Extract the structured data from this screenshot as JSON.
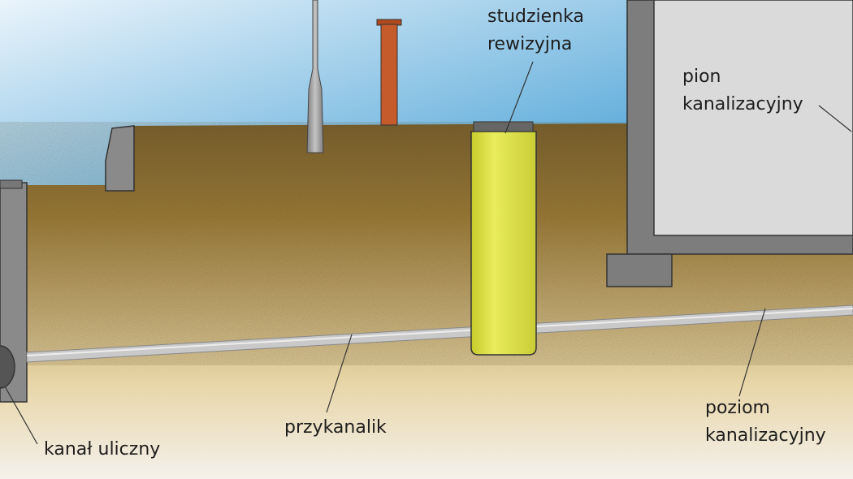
{
  "labels": {
    "inspection_chamber": {
      "line1": "studzienka",
      "line2": "rewizyjna"
    },
    "soil_stack": {
      "line1": "pion",
      "line2": "kanalizacyjny"
    },
    "house_connection": {
      "line1": "przykanalik"
    },
    "street_sewer": {
      "line1": "kanał uliczny"
    },
    "horizontal_drain": {
      "line1": "poziom",
      "line2": "kanalizacyjny"
    }
  },
  "colors": {
    "sky_top": "#eaf4fb",
    "sky_bottom": "#4aa2d6",
    "soil_dark": "#4a3a1f",
    "soil_mid": "#9b7a36",
    "soil_light": "#e8d6a8",
    "chamber": "#e9ec5c",
    "pipe": "#c9c9c9",
    "concrete": "#8a8a8a",
    "vent_pipe": "#c55a2a",
    "building_wall": "#dadada"
  }
}
